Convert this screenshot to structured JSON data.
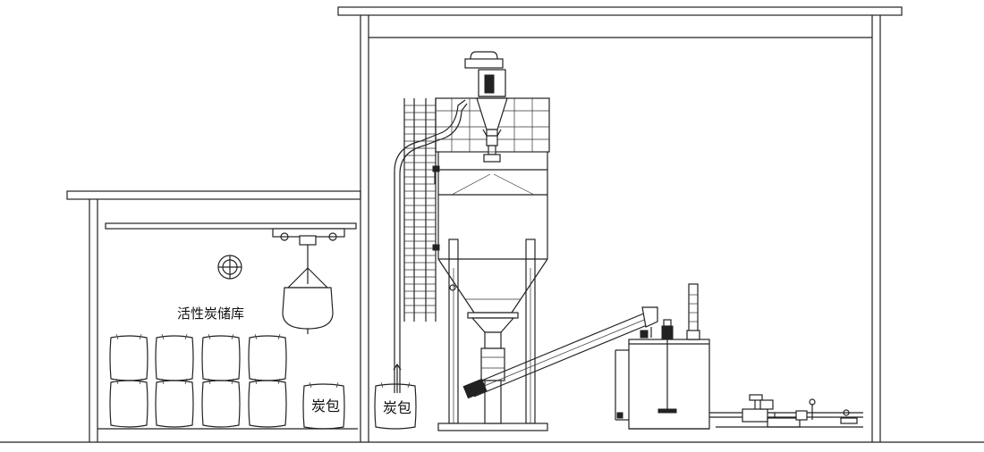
{
  "labels": {
    "storage_room": "活性炭储库",
    "carbon_bag_1": "炭包",
    "carbon_bag_2": "炭包"
  },
  "colors": {
    "line": "#222222",
    "background": "#ffffff"
  }
}
